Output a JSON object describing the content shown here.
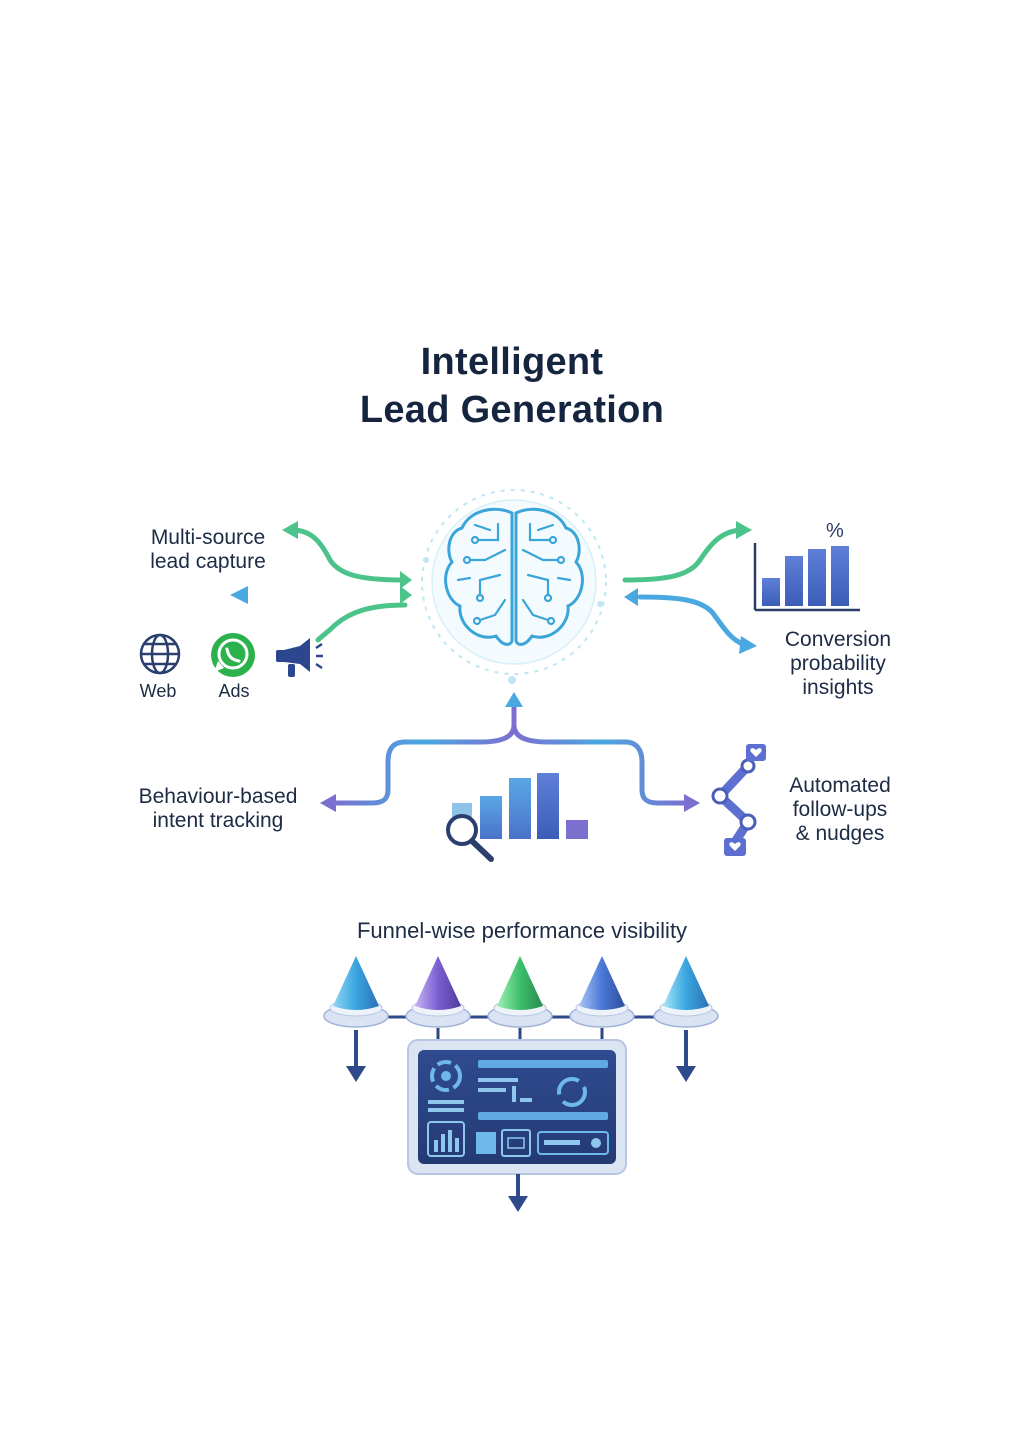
{
  "title": {
    "line1": "Intelligent",
    "line2": "Lead Generation"
  },
  "features": {
    "capture": {
      "line1": "Multi-source",
      "line2": "lead capture"
    },
    "conversion": {
      "line1": "Conversion",
      "line2": "probability",
      "line3": "insights"
    },
    "behaviour": {
      "line1": "Behaviour-based",
      "line2": "intent tracking"
    },
    "automation": {
      "line1": "Automated",
      "line2": "follow-ups",
      "line3": "& nudges"
    }
  },
  "sources": {
    "web": "Web",
    "ads": "Ads"
  },
  "percent_symbol": "%",
  "funnel_heading": "Funnel-wise performance visibility",
  "icons": [
    "brain-icon",
    "globe-icon",
    "whatsapp-icon",
    "megaphone-icon",
    "bar-chart-icon",
    "magnifier-icon",
    "robot-arm-icon",
    "heart-icon",
    "cone-icon",
    "dashboard-icon",
    "arrow-down-icon"
  ],
  "colors": {
    "title": "#16253f",
    "green": "#4cc38a",
    "blue": "#4aa8e0",
    "purple": "#7b6fd0",
    "navy": "#2f4a8a",
    "brain": "#3aa5d8"
  }
}
